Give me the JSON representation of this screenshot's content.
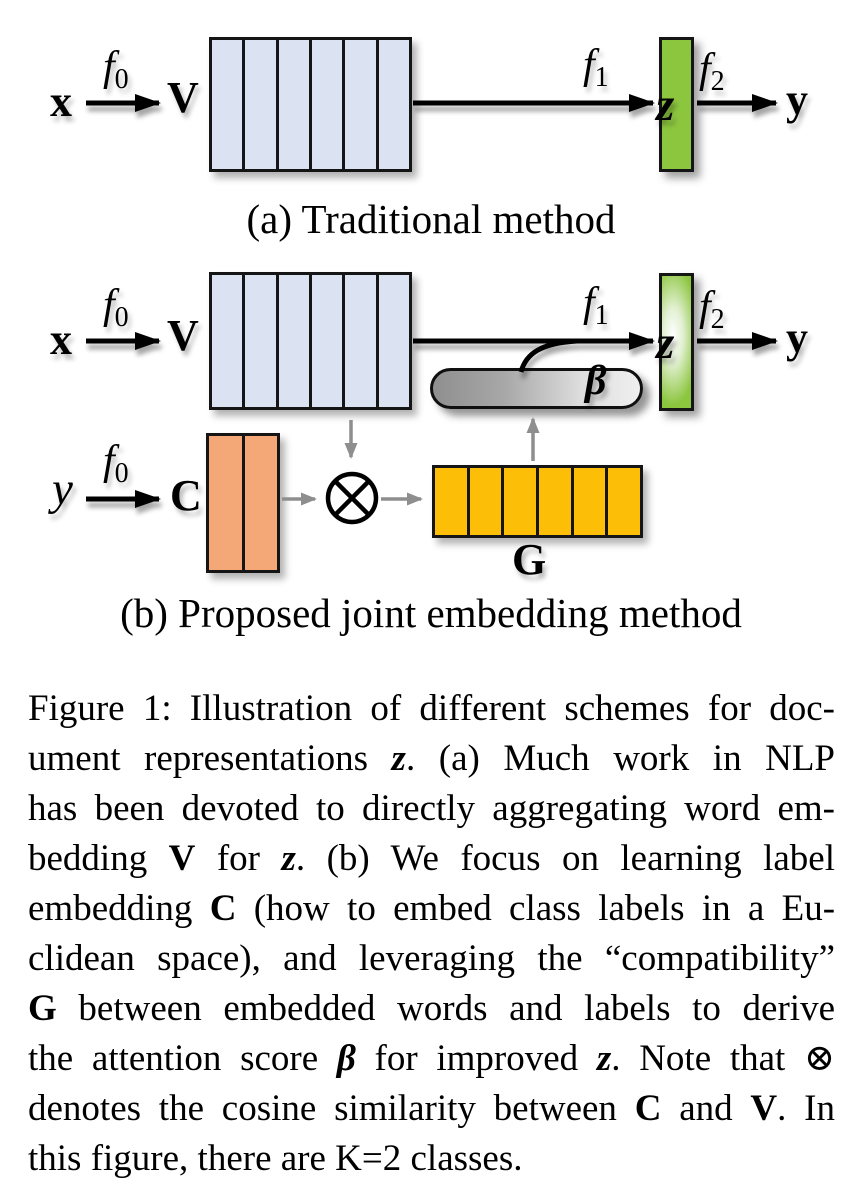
{
  "labels": {
    "x": "x",
    "v": "V",
    "y": "y",
    "z": "z",
    "c": "C",
    "g": "G",
    "beta": "β",
    "label_set": "y"
  },
  "math": {
    "f": "f",
    "sub0": "0",
    "sub1": "1",
    "sub2": "2"
  },
  "panel_a": {
    "caption": "(a) Traditional method",
    "v_bar_count": 6
  },
  "panel_b": {
    "caption": "(b) Proposed joint embedding method",
    "v_bar_count": 6,
    "c_bar_count": 2,
    "g_bar_count": 6
  },
  "figure_caption": {
    "lines": [
      [
        {
          "t": "Figure 1: Illustration of different schemes for doc-",
          "s": "p"
        }
      ],
      [
        {
          "t": "ument representations ",
          "s": "p"
        },
        {
          "t": "z",
          "s": "bi"
        },
        {
          "t": ". (a) Much work in NLP",
          "s": "p"
        }
      ],
      [
        {
          "t": "has been devoted to directly aggregating word em-",
          "s": "p"
        }
      ],
      [
        {
          "t": "bedding ",
          "s": "p"
        },
        {
          "t": "V",
          "s": "b"
        },
        {
          "t": " for ",
          "s": "p"
        },
        {
          "t": "z",
          "s": "bi"
        },
        {
          "t": ". (b) We focus on learning label",
          "s": "p"
        }
      ],
      [
        {
          "t": "embedding ",
          "s": "p"
        },
        {
          "t": "C",
          "s": "b"
        },
        {
          "t": " (how to embed class labels in a Eu-",
          "s": "p"
        }
      ],
      [
        {
          "t": "clidean space), and leveraging the “compatibility”",
          "s": "p"
        }
      ],
      [
        {
          "t": "G",
          "s": "b"
        },
        {
          "t": " between embedded words and labels to derive",
          "s": "p"
        }
      ],
      [
        {
          "t": "the attention score ",
          "s": "p"
        },
        {
          "t": "β",
          "s": "bi"
        },
        {
          "t": " for improved ",
          "s": "p"
        },
        {
          "t": "z",
          "s": "bi"
        },
        {
          "t": ". Note that ⊗",
          "s": "p"
        }
      ],
      [
        {
          "t": "denotes the cosine similarity between ",
          "s": "p"
        },
        {
          "t": "C",
          "s": "b"
        },
        {
          "t": " and ",
          "s": "p"
        },
        {
          "t": "V",
          "s": "b"
        },
        {
          "t": ". In",
          "s": "p"
        }
      ],
      [
        {
          "t": "this figure, there are K=2 classes.",
          "s": "p"
        }
      ]
    ]
  },
  "colors": {
    "word_embedding": "#DBE3F2",
    "label_embedding": "#F4A877",
    "compatibility": "#FDBE07",
    "doc_embedding": "#8CC63F",
    "pill_dark": "#8F8F8F",
    "pill_light": "#EFEFEF",
    "arrow_black": "#000000",
    "arrow_gray": "#8E8E8E"
  }
}
